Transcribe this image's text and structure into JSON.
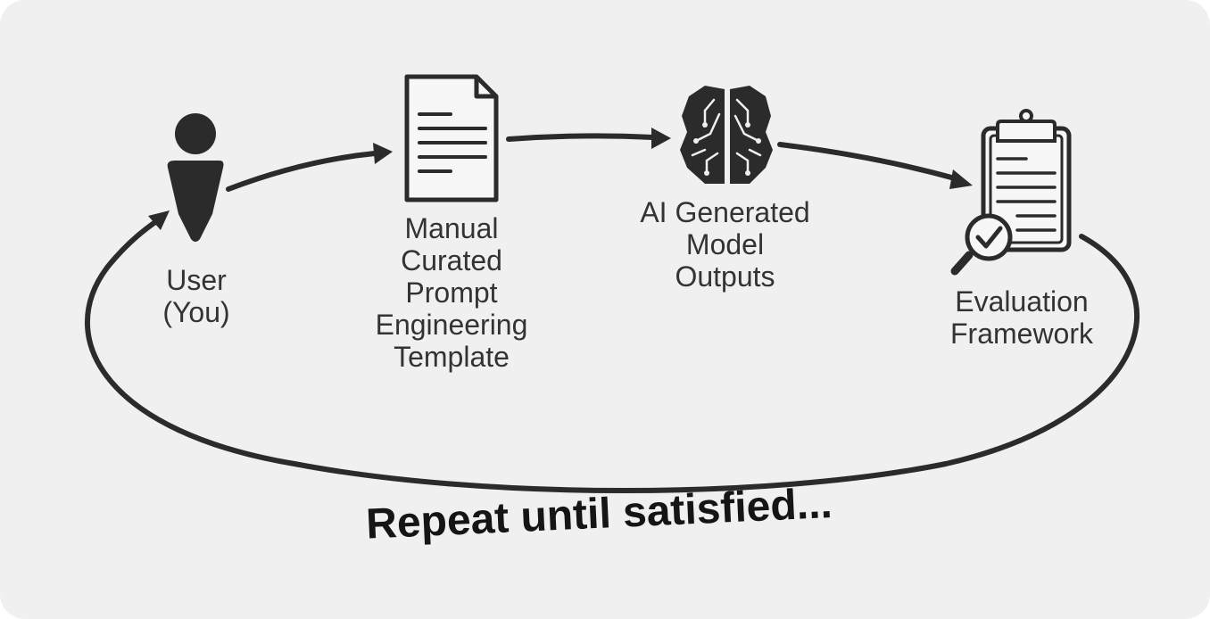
{
  "nodes": {
    "user": {
      "lines": [
        "User",
        "(You)"
      ],
      "icon": "user-icon"
    },
    "template": {
      "lines": [
        "Manual",
        "Curated",
        "Prompt",
        "Engineering",
        "Template"
      ],
      "icon": "document-icon"
    },
    "outputs": {
      "lines": [
        "AI Generated",
        "Model",
        "Outputs"
      ],
      "icon": "brain-circuit-icon"
    },
    "evaluation": {
      "lines": [
        "Evaluation",
        "Framework"
      ],
      "icon": "clipboard-check-icon"
    }
  },
  "loop_label": "Repeat until satisfied...",
  "colors": {
    "background": "#f0f0f0",
    "ink": "#2b2b2b"
  }
}
